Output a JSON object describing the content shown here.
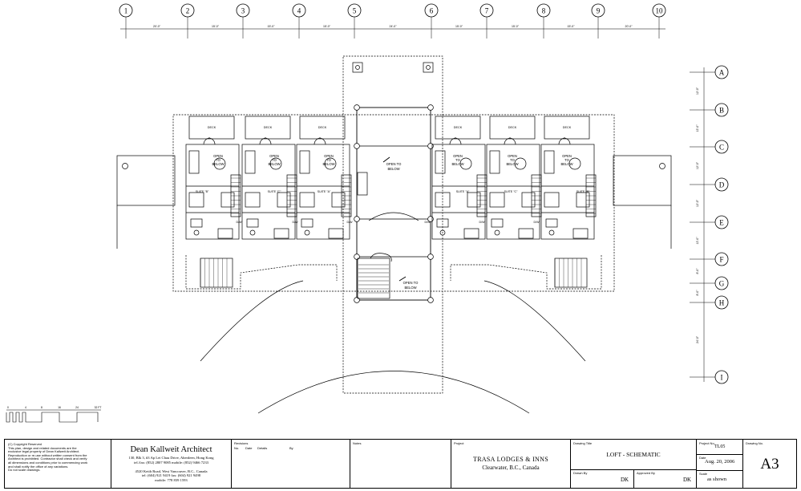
{
  "grid": {
    "columns": [
      "1",
      "2",
      "3",
      "4",
      "5",
      "6",
      "7",
      "8",
      "9",
      "10"
    ],
    "rows": [
      "A",
      "B",
      "C",
      "D",
      "E",
      "F",
      "G",
      "H",
      "I"
    ],
    "column_dims": [
      "20'-0\"",
      "15'-0\"",
      "15'-0\"",
      "15'-0\"",
      "24'-0\"",
      "15'-0\"",
      "15'-0\"",
      "15'-0\"",
      "20'-0\""
    ],
    "row_dims": [
      "12'-0\"",
      "12'-0\"",
      "12'-0\"",
      "12'-0\"",
      "12'-0\"",
      "8'-0\"",
      "8'-0\"",
      "24'-0\""
    ]
  },
  "labels": {
    "deck": "DECK",
    "open_below": [
      "OPEN",
      "TO",
      "BELOW"
    ],
    "suite_b": "SUITE \"B\"",
    "suite_c": "SUITE \"C\"",
    "suite_a": "SUITE \"A\"",
    "dw": "D/W",
    "atrium_open": [
      "OPEN TO",
      "BELOW"
    ],
    "lobby_open": [
      "OPEN TO",
      "BELOW"
    ]
  },
  "scale_bar": {
    "ticks": [
      "0",
      "4",
      "8",
      "16",
      "24",
      "32"
    ],
    "unit": "FT"
  },
  "title_block": {
    "copyright": [
      "(C) Copyright Reserved",
      "This plan, design and related documents are the",
      "exclusive legal property of Dean Kallweit Architect.",
      "Reproduction or re-use without written consent from the",
      "Architect is prohibited. Contractor shall check and verify",
      "all dimensions and conditions prior to commencing work",
      "and shall notify the office of any variations.",
      "Do not scale drawings."
    ],
    "firm": {
      "name": "Dean Kallweit Architect",
      "lines": [
        "130, Blk 3, #3 Ap Lei Chau Drive, Aberdeen, Hong Kong",
        "tel./fax: (852) 2807 9085 mobile: (852) 9466 7233",
        "",
        "4520 Keith Road, West Vancouver, B.C., Canada",
        "tel: (604) 921 9419 fax: (604) 921 9498",
        "mobile: 778 839 1593"
      ]
    },
    "revisions": {
      "title": "Revisions",
      "cols": [
        "No.",
        "Date",
        "Details",
        "By"
      ]
    },
    "notes_label": "Notes",
    "project": {
      "label": "Project",
      "name": "TRASA LODGES & INNS",
      "location": "Clearwater, B.C., Canada"
    },
    "drawing_title": {
      "label": "Drawing Title",
      "value": "LOFT - SCHEMATIC"
    },
    "drawn_by": {
      "label": "Drawn By",
      "value": "DK"
    },
    "approved_by": {
      "label": "Approved By",
      "value": "DK"
    },
    "project_no": {
      "label": "Project No.",
      "value": "TL05"
    },
    "date": {
      "label": "Date",
      "value": "Aug. 20, 2006"
    },
    "scale": {
      "label": "Scale",
      "value": "as shown"
    },
    "drawing_no": {
      "label": "Drawing No.",
      "value": "A3"
    }
  }
}
